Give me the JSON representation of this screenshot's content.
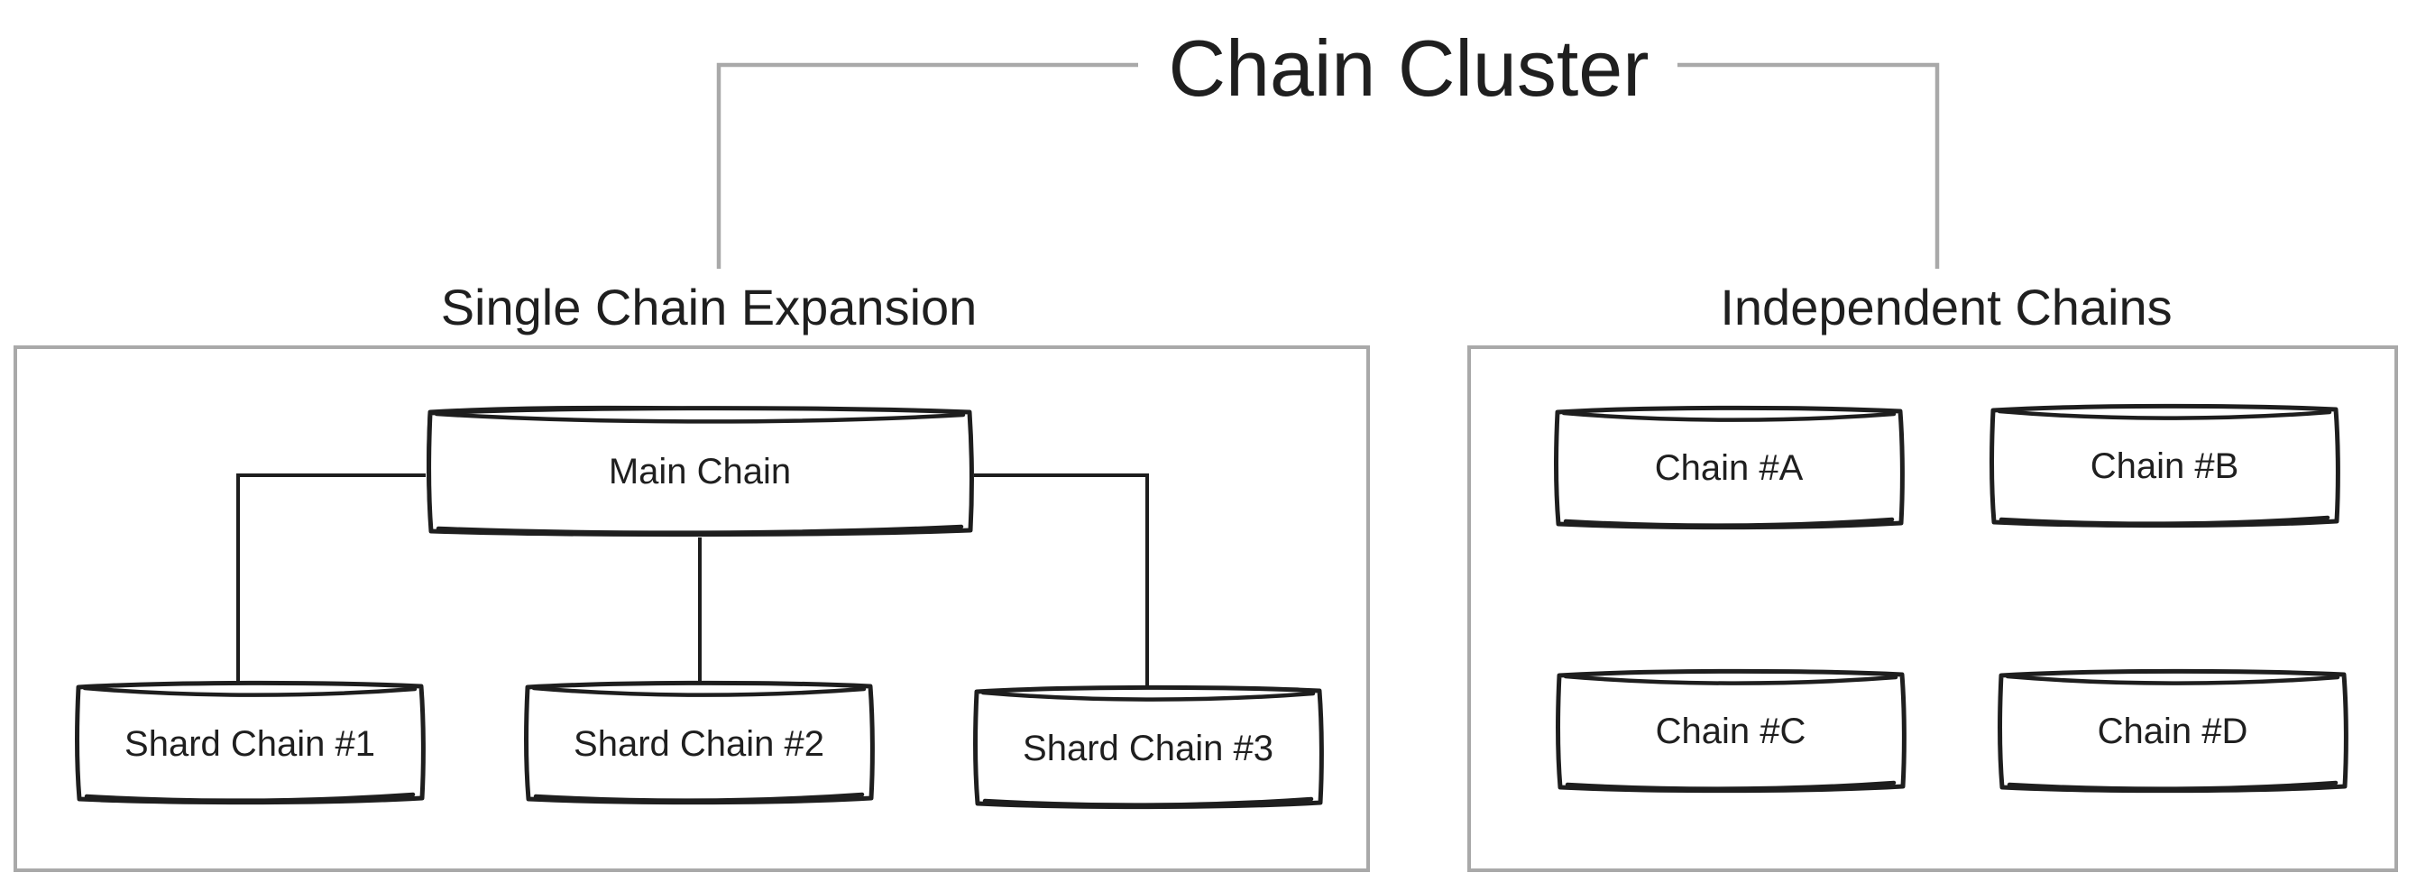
{
  "diagram": {
    "title": "Chain Cluster",
    "groups": [
      {
        "label": "Single Chain Expansion",
        "nodes": [
          {
            "label": "Main Chain"
          },
          {
            "label": "Shard Chain #1"
          },
          {
            "label": "Shard Chain #2"
          },
          {
            "label": "Shard Chain #3"
          }
        ],
        "edges": [
          {
            "from": "Main Chain",
            "to": "Shard Chain #1"
          },
          {
            "from": "Main Chain",
            "to": "Shard Chain #2"
          },
          {
            "from": "Main Chain",
            "to": "Shard Chain #3"
          }
        ]
      },
      {
        "label": "Independent Chains",
        "nodes": [
          {
            "label": "Chain #A"
          },
          {
            "label": "Chain #B"
          },
          {
            "label": "Chain #C"
          },
          {
            "label": "Chain #D"
          }
        ],
        "edges": []
      }
    ]
  },
  "colors": {
    "background": "#ffffff",
    "node_border": "#1e1e1e",
    "node_fill": "#ffffff",
    "container_border": "#a9a9a9",
    "title_connector": "#a9a9a9",
    "edge": "#1e1e1e",
    "text": "#1f1f1f"
  }
}
